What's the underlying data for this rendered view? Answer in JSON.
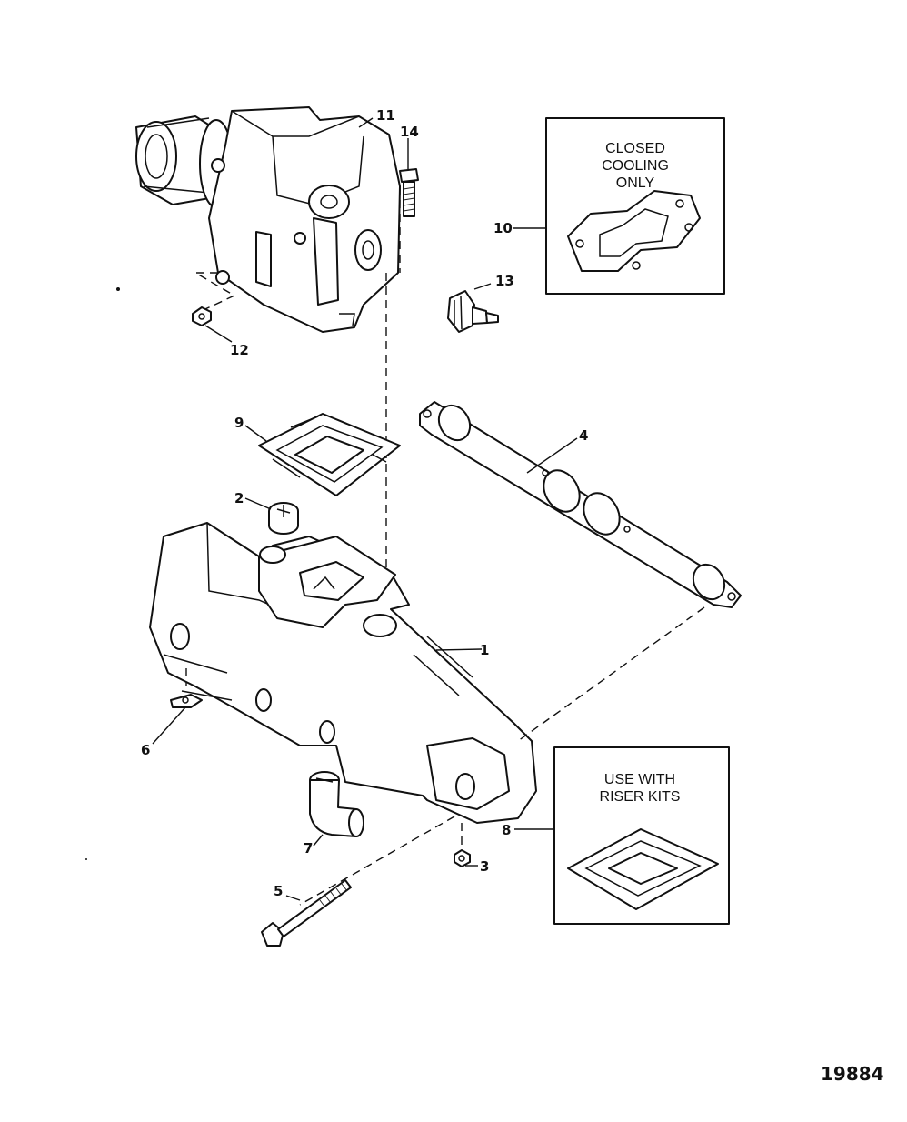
{
  "diagram": {
    "figure_number": "19884",
    "callouts": {
      "c1": "1",
      "c2": "2",
      "c3": "3",
      "c4": "4",
      "c5": "5",
      "c6": "6",
      "c7": "7",
      "c8": "8",
      "c9": "9",
      "c10": "10",
      "c11": "11",
      "c12": "12",
      "c13": "13",
      "c14": "14"
    },
    "boxes": {
      "closed_cooling": [
        "CLOSED",
        "COOLING",
        "ONLY"
      ],
      "riser_kits": [
        "USE WITH",
        "RISER KITS"
      ]
    }
  }
}
